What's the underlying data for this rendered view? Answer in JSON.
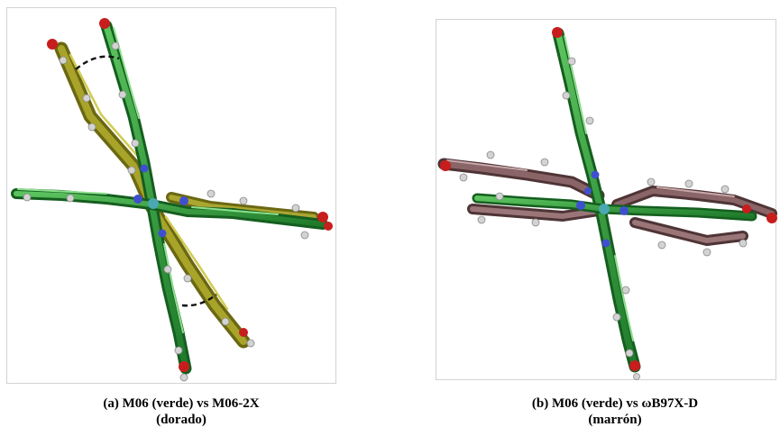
{
  "figure": {
    "panel_a": {
      "caption_line1": "(a) M06 (verde) vs M06-2X",
      "caption_line2": "(dorado)",
      "colors": {
        "reference": "#2f9a3a",
        "overlay": "#8e8a1d",
        "nitrogen": "#3f4fd0",
        "oxygen": "#c81d1d",
        "hydrogen": "#c8c8c8",
        "metal": "#49a8b0",
        "dashed_arc": "#111111"
      }
    },
    "panel_b": {
      "caption_line1": "(b) M06 (verde) vs ωB97X-D",
      "caption_line2": "(marrón)",
      "colors": {
        "reference": "#2f9a3a",
        "overlay": "#8a6568",
        "nitrogen": "#3f4fd0",
        "oxygen": "#c81d1d",
        "hydrogen": "#c8c8c8",
        "metal": "#49a8b0"
      }
    }
  }
}
